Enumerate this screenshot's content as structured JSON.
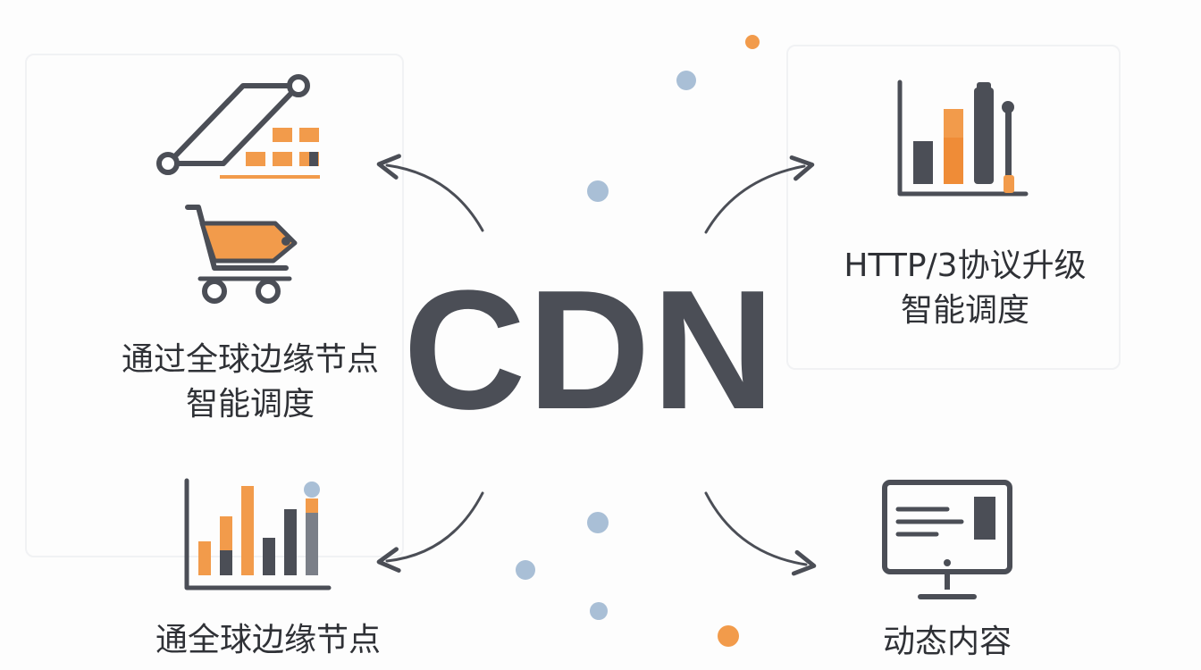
{
  "title": "CDN",
  "labels": {
    "top_left": [
      "通过全球边缘节点",
      "智能调度"
    ],
    "top_right": [
      "HTTP/3协议升级",
      "智能调度"
    ],
    "bottom_left": [
      "通全球边缘节点"
    ],
    "bottom_right": [
      "动态内容"
    ]
  },
  "icons": {
    "top_left_a": "network-grid-icon",
    "top_left_b": "shopping-cart-icon",
    "top_right": "bar-chart-icon",
    "bottom_left": "bar-chart-icon",
    "bottom_right": "monitor-icon"
  },
  "colors": {
    "accent": "#f29b4b",
    "dark": "#4b4e56",
    "dot_blue": "#a9bfd6",
    "dot_orange": "#f29b4b"
  }
}
